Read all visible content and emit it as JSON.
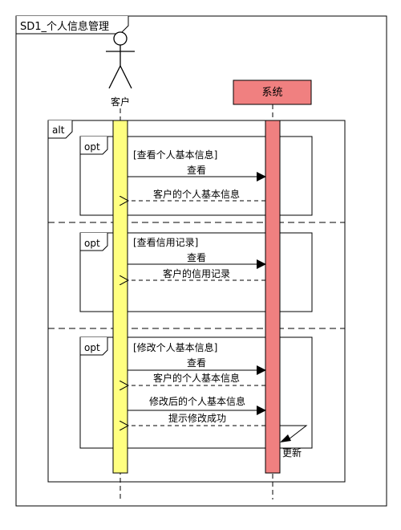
{
  "frame": {
    "title": "SD1_个人信息管理"
  },
  "participants": {
    "actor": {
      "label": "客户",
      "lifeline_color": "#ffff80"
    },
    "system": {
      "label": "系统",
      "header_color": "#f08080",
      "lifeline_color": "#f08080"
    }
  },
  "alt": {
    "label": "alt",
    "sections": [
      {
        "opt_label": "opt",
        "guard": "[查看个人基本信息]",
        "messages": [
          {
            "text": "查看",
            "direction": "request"
          },
          {
            "text": "客户的个人基本信息",
            "direction": "reply"
          }
        ]
      },
      {
        "opt_label": "opt",
        "guard": "[查看信用记录]",
        "messages": [
          {
            "text": "查看",
            "direction": "request"
          },
          {
            "text": "客户的信用记录",
            "direction": "reply"
          }
        ]
      },
      {
        "opt_label": "opt",
        "guard": "[修改个人基本信息]",
        "messages": [
          {
            "text": "查看",
            "direction": "request"
          },
          {
            "text": "客户的个人基本信息",
            "direction": "reply"
          },
          {
            "text": "修改后的个人基本信息",
            "direction": "request"
          },
          {
            "text": "提示修改成功",
            "direction": "reply"
          }
        ],
        "self_message": {
          "text": "更新"
        }
      }
    ]
  }
}
